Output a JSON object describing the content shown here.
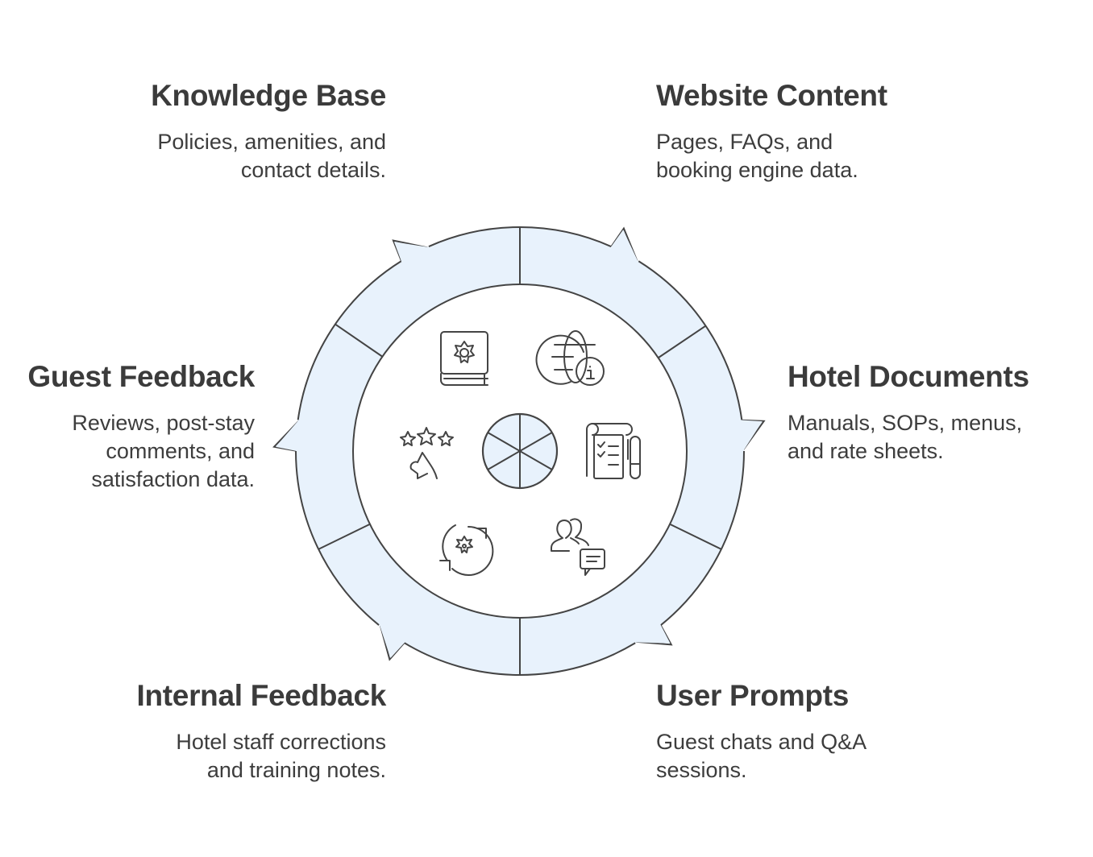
{
  "colors": {
    "fill": "#e8f2fc",
    "stroke": "#444444",
    "text": "#3b3b3b"
  },
  "items": [
    {
      "title": "Knowledge Base",
      "desc": [
        "Policies, amenities, and",
        "contact details."
      ],
      "icon": "gear-book-icon"
    },
    {
      "title": "Website Content",
      "desc": [
        "Pages, FAQs, and",
        "booking engine data."
      ],
      "icon": "globe-info-icon"
    },
    {
      "title": "Hotel Documents",
      "desc": [
        "Manuals, SOPs, menus,",
        "and rate sheets."
      ],
      "icon": "checklist-document-icon"
    },
    {
      "title": "User Prompts",
      "desc": [
        "Guest chats and Q&A",
        "sessions."
      ],
      "icon": "users-chat-icon"
    },
    {
      "title": "Internal Feedback",
      "desc": [
        "Hotel staff corrections",
        "and training notes."
      ],
      "icon": "gear-cycle-icon"
    },
    {
      "title": "Guest Feedback",
      "desc": [
        "Reviews, post-stay",
        "comments, and",
        "satisfaction data."
      ],
      "icon": "stars-rating-icon"
    }
  ]
}
